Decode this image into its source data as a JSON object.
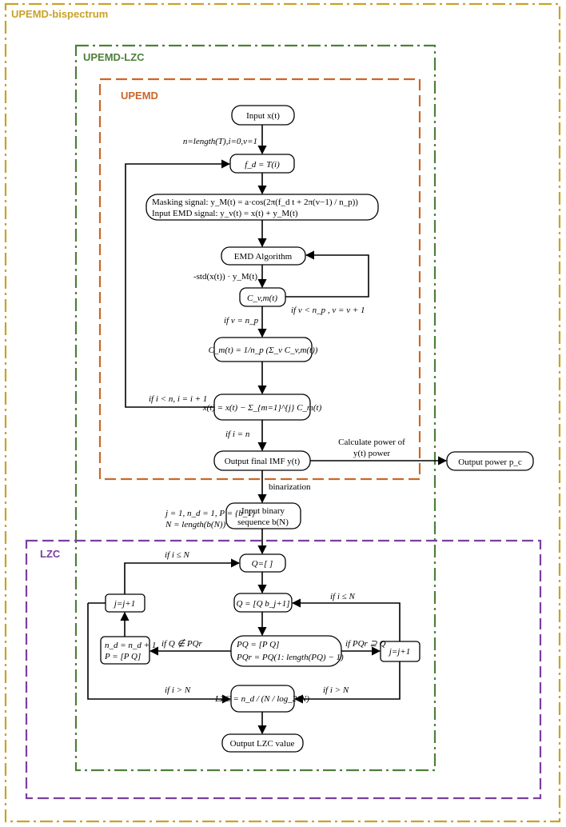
{
  "frames": {
    "bispectrum": {
      "label": "UPEMD-bispectrum",
      "color": "#C9A227"
    },
    "lzc_outer": {
      "label": "UPEMD-LZC",
      "color": "#4E7F3A"
    },
    "upemd": {
      "label": "UPEMD",
      "color": "#C8672A"
    },
    "lzc": {
      "label": "LZC",
      "color": "#7A3FA0"
    }
  },
  "nodes": {
    "input": "Input x(t)",
    "fd": "f_d = T(i)",
    "masking_1": "Masking signal: y_M(t) = a·cos(2π(f_d t + 2π(v−1) / n_p))",
    "masking_2": "Input EMD signal: y_v(t) = x(t) + y_M(t)",
    "emd": "EMD Algorithm",
    "cvm": "C_v,m(t)",
    "cm": "C_m(t) = 1/n_p (Σ_v C_v,m(t))",
    "xt": "x(t) = x(t) − Σ_{m=1}^{j} C_m(t)",
    "output_imf": "Output final IMF y(t)",
    "output_power": "Output power p_c",
    "binary_1": "Input binary",
    "binary_2": "sequence b(N)",
    "q_init": "Q=[ ]",
    "q_update": "Q = [Q  b_j+1]",
    "pq_1": "PQ = [P  Q]",
    "pq_2": "PQr = PQ(1: length(PQ) − 1)",
    "nd_1": "n_d = n_d + 1",
    "nd_2": "P = [P  Q]",
    "jinc_left": "j=j+1",
    "jinc_right": "j=j+1",
    "lzc_formula": "LZC = n_d / (N / log_2^N)",
    "output_lzc": "Output LZC value"
  },
  "edge_labels": {
    "init": "n=length(T),i=0,v=1",
    "std": "-std(x(t)) · y_M(t)",
    "v_loop": "if  v < n_p ,  v = v + 1",
    "v_eq": "if  v = n_p",
    "i_loop": "if  i < n,  i = i + 1",
    "i_eq": "if  i = n",
    "calc_power_1": "Calculate power of",
    "calc_power_2": "y(t) power",
    "binarization": "binarization",
    "lzc_init_1": "j = 1, n_d = 1, P = {b_1}",
    "lzc_init_2": "N = length(b(N))",
    "i_le_n_top": "if  i ≤ N",
    "i_le_n_right": "if  i ≤ N",
    "q_notin": "if  Q ∉ PQr",
    "pqr_contains": "if  PQr ⊇ Q",
    "i_gt_n_left": "if  i > N",
    "i_gt_n_right": "if  i > N"
  }
}
